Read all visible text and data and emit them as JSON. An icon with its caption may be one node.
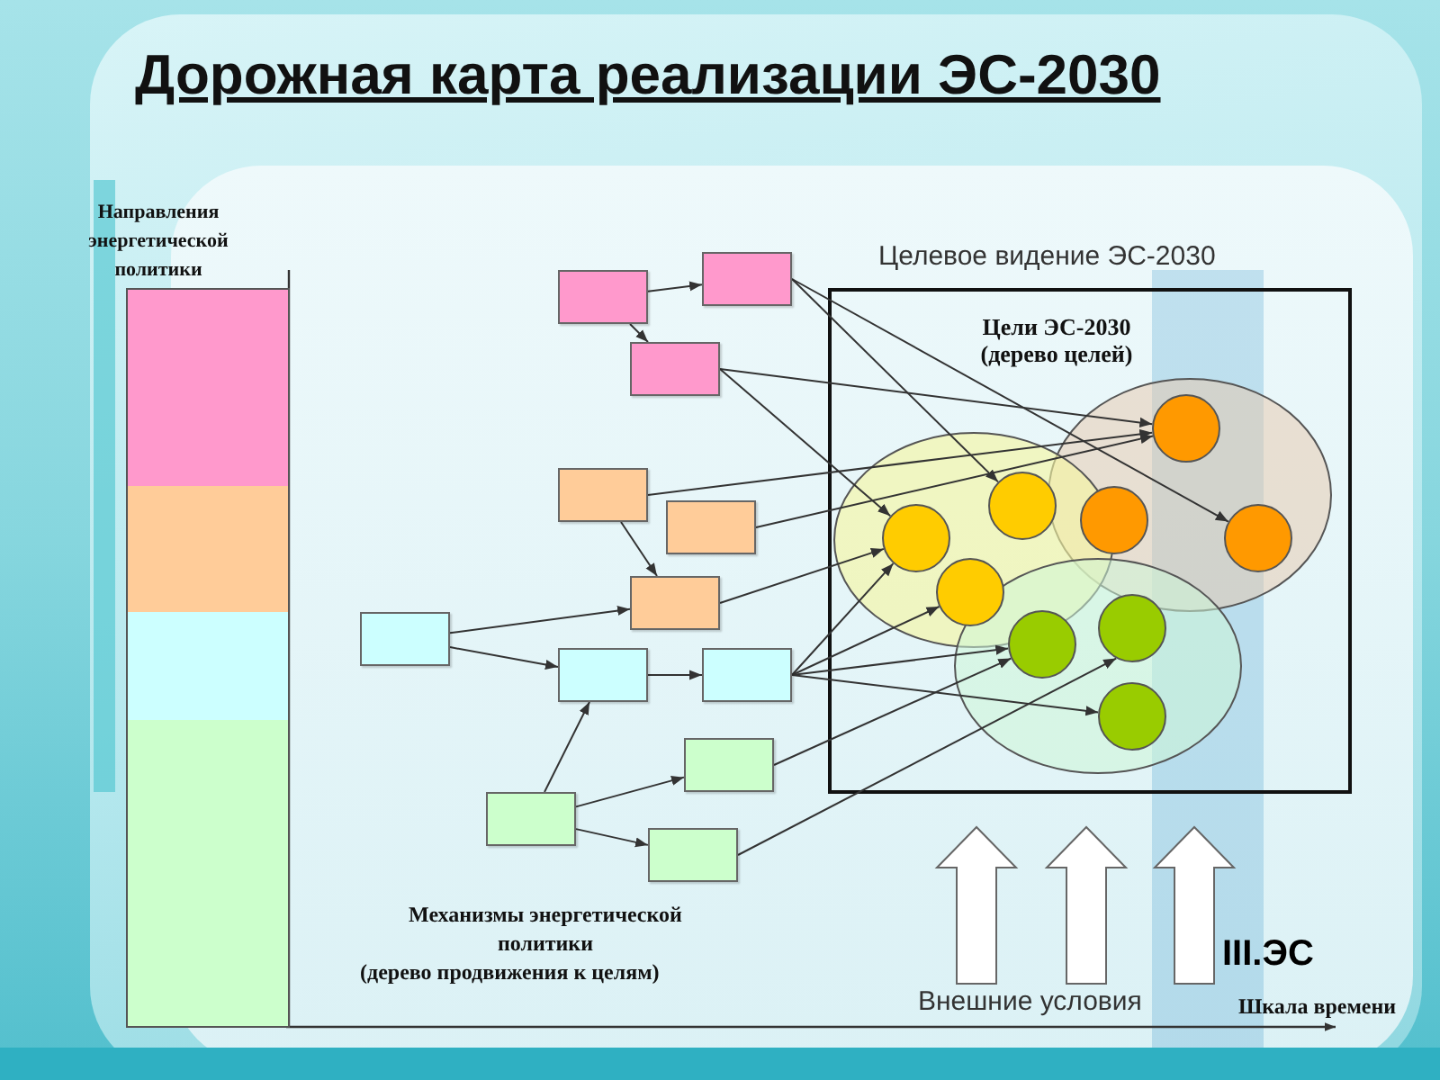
{
  "diagram": {
    "title": "Дорожная карта реализации ЭС-2030",
    "nodes": [
      {
        "text": [
          "Направления энергетической политики"
        ]
      },
      {
        "text": [],
        "shape": "box",
        "in": 0
      },
      {
        "text": [],
        "shape": "box",
        "in": 0
      },
      {
        "text": [],
        "shape": "box",
        "in": 0
      },
      {
        "text": [],
        "shape": "box",
        "in": 0
      },
      {
        "text": [],
        "shape": "box"
      },
      {
        "text": [],
        "shape": "box"
      },
      {
        "text": [],
        "shape": "box"
      },
      {
        "text": [],
        "shape": "box"
      },
      {
        "text": [],
        "shape": "box"
      },
      {
        "text": [],
        "shape": "box"
      },
      {
        "text": [],
        "shape": "box"
      },
      {
        "text": [],
        "shape": "box"
      },
      {
        "text": [],
        "shape": "box"
      },
      {
        "text": [],
        "shape": "box"
      },
      {
        "text": [],
        "shape": "box"
      },
      {
        "text": [],
        "shape": "box"
      },
      {
        "text": [
          "Целевое видение ЭС-2030",
          "Цели ЭС-2030 (дерево целей)"
        ]
      },
      {
        "text": [],
        "shape": "ellipse",
        "in": 17
      },
      {
        "text": [],
        "shape": "ellipse",
        "in": 17
      },
      {
        "text": [],
        "shape": "ellipse",
        "in": 17
      },
      {
        "text": [],
        "shape": "circle",
        "in": 18
      },
      {
        "text": [],
        "shape": "circle",
        "in": 18
      },
      {
        "text": [],
        "shape": "circle",
        "in": 18
      },
      {
        "text": [],
        "shape": "circle",
        "in": 19
      },
      {
        "text": [],
        "shape": "circle",
        "in": 19
      },
      {
        "text": [],
        "shape": "circle",
        "in": 19
      },
      {
        "text": [],
        "shape": "circle",
        "in": 20
      },
      {
        "text": [],
        "shape": "circle",
        "in": 20
      },
      {
        "text": [],
        "shape": "circle",
        "in": 20
      }
    ],
    "edges": [
      {
        "from": 5,
        "to": 6,
        "arrow": "to"
      },
      {
        "from": 5,
        "to": 7,
        "arrow": "to"
      },
      {
        "from": 8,
        "to": 10,
        "arrow": "to"
      },
      {
        "from": 11,
        "to": 10,
        "arrow": "to"
      },
      {
        "from": 11,
        "to": 12,
        "arrow": "to"
      },
      {
        "from": 12,
        "to": 13,
        "arrow": "to"
      },
      {
        "from": 15,
        "to": 12,
        "arrow": "to"
      },
      {
        "from": 15,
        "to": 14,
        "arrow": "to"
      },
      {
        "from": 15,
        "to": 16,
        "arrow": "to"
      },
      {
        "from": 6,
        "to": 24,
        "arrow": "to"
      },
      {
        "from": 6,
        "to": 23,
        "arrow": "to"
      },
      {
        "from": 7,
        "to": 21,
        "arrow": "to"
      },
      {
        "from": 7,
        "to": 25,
        "arrow": "to"
      },
      {
        "from": 8,
        "to": 21,
        "arrow": "to"
      },
      {
        "from": 9,
        "to": 21,
        "arrow": "to"
      },
      {
        "from": 10,
        "to": 25,
        "arrow": "to"
      },
      {
        "from": 13,
        "to": 25,
        "arrow": "to"
      },
      {
        "from": 13,
        "to": 26,
        "arrow": "to"
      },
      {
        "from": 13,
        "to": 27,
        "arrow": "to"
      },
      {
        "from": 13,
        "to": 29,
        "arrow": "to"
      },
      {
        "from": 14,
        "to": 27,
        "arrow": "to"
      },
      {
        "from": 16,
        "to": 28,
        "arrow": "to"
      }
    ],
    "labels": [
      "Механизмы энергетической политики",
      "(дерево продвижения к целям)",
      "III.ЭС",
      "Внешние условия",
      "Шкала времени"
    ]
  }
}
